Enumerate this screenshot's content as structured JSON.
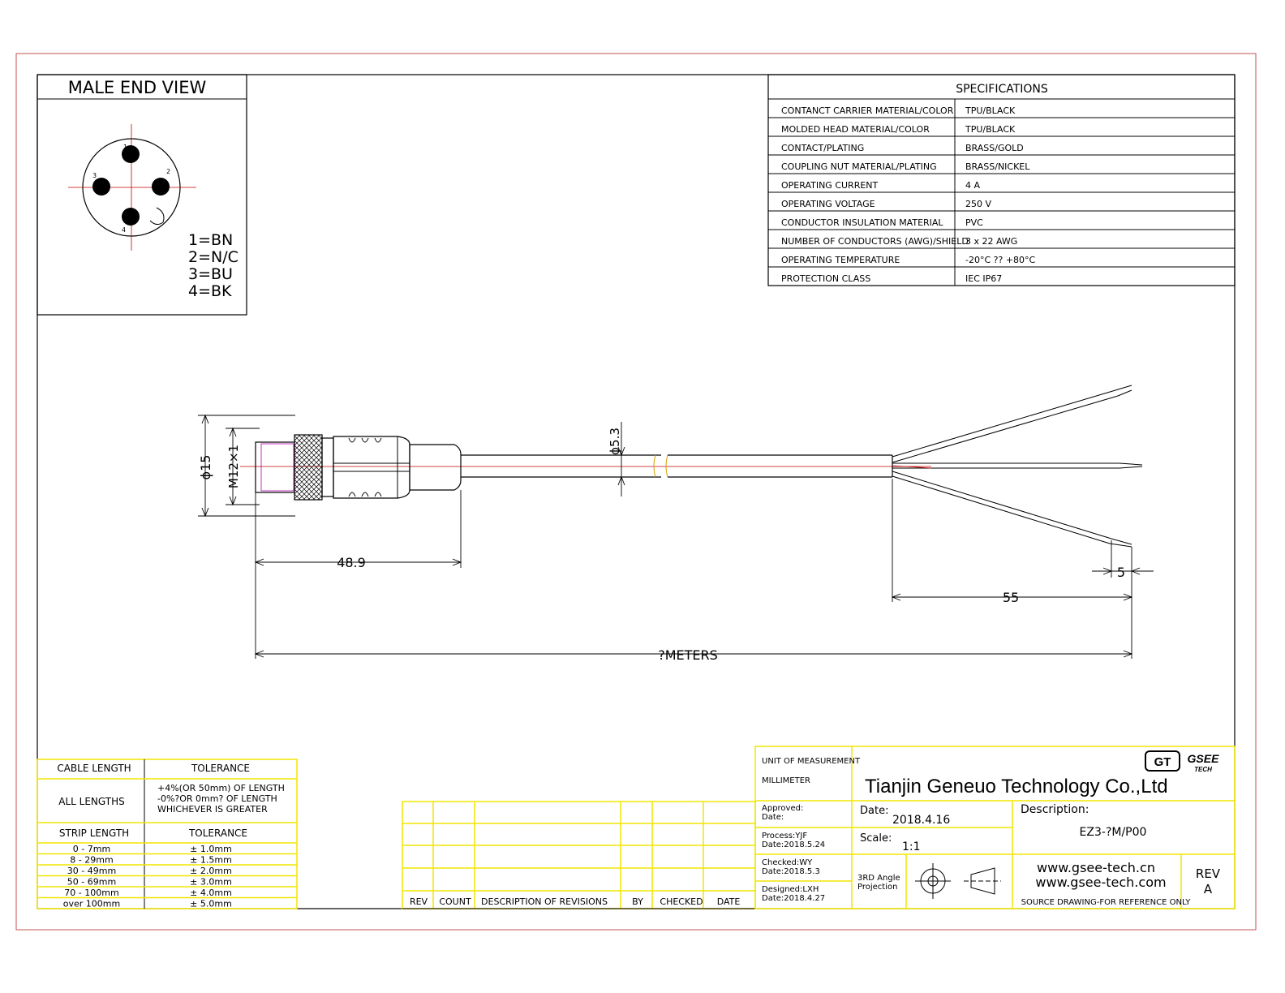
{
  "male_end_view": {
    "title": "MALE END VIEW",
    "pin_numbers": [
      "1",
      "2",
      "3",
      "4"
    ],
    "pins": [
      "1=BN",
      "2=N/C",
      "3=BU",
      "4=BK"
    ]
  },
  "specifications": {
    "title": "SPECIFICATIONS",
    "rows": [
      {
        "label": "CONTANCT CARRIER MATERIAL/COLOR",
        "value": "TPU/BLACK"
      },
      {
        "label": "MOLDED HEAD MATERIAL/COLOR",
        "value": "TPU/BLACK"
      },
      {
        "label": "CONTACT/PLATING",
        "value": "BRASS/GOLD"
      },
      {
        "label": "COUPLING NUT MATERIAL/PLATING",
        "value": "BRASS/NICKEL"
      },
      {
        "label": "OPERATING CURRENT",
        "value": "4 A"
      },
      {
        "label": "OPERATING VOLTAGE",
        "value": "250 V"
      },
      {
        "label": "CONDUCTOR INSULATION MATERIAL",
        "value": "PVC"
      },
      {
        "label": "NUMBER OF CONDUCTORS (AWG)/SHIELD",
        "value": "3 x 22 AWG"
      },
      {
        "label": "OPERATING TEMPERATURE",
        "value": "-20°C ?? +80°C"
      },
      {
        "label": "PROTECTION CLASS",
        "value": "IEC  IP67"
      }
    ]
  },
  "dimensions": {
    "dia_head": "ϕ15",
    "thread": "M12×1",
    "cable_dia": "ϕ5.3",
    "head_length": "48.9",
    "strip": "5",
    "lead_length": "55",
    "total_length": "?METERS"
  },
  "tolerance_table": {
    "headers": [
      "CABLE LENGTH",
      "TOLERANCE"
    ],
    "all_lengths_label": "ALL LENGTHS",
    "all_lengths_tol": [
      "+4%(OR 50mm) OF LENGTH",
      "-0%?OR 0mm? OF LENGTH",
      "WHICHEVER  IS  GREATER"
    ],
    "strip_headers": [
      "STRIP LENGTH",
      "TOLERANCE"
    ],
    "strip_rows": [
      {
        "length": "0 - 7mm",
        "tol": "± 1.0mm"
      },
      {
        "length": "8 - 29mm",
        "tol": "± 1.5mm"
      },
      {
        "length": "30 - 49mm",
        "tol": "± 2.0mm"
      },
      {
        "length": "50 - 69mm",
        "tol": "± 3.0mm"
      },
      {
        "length": "70 - 100mm",
        "tol": "± 4.0mm"
      },
      {
        "length": "over 100mm",
        "tol": "± 5.0mm"
      }
    ]
  },
  "revisions": {
    "headers": [
      "REV",
      "COUNT",
      "DESCRIPTION  OF  REVISIONS",
      "BY",
      "CHECKED",
      "DATE"
    ]
  },
  "title_block": {
    "unit_label": "UNIT OF MEASUREMENT",
    "unit_value": "MILLIMETER",
    "company": "Tianjin Geneuo Technology Co.,Ltd",
    "logo_mark": "GT",
    "logo_name": "GSEE",
    "logo_sub": "TECH",
    "approved": "Approved:",
    "approved_date": "Date:",
    "process": "Process:YJF",
    "process_date": "Date:2018.5.24",
    "checked": "Checked:WY",
    "checked_date": "Date:2018.5.3",
    "designed": "Designed:LXH",
    "designed_date": "Date:2018.4.27",
    "date_label": "Date:",
    "date_value": "2018.4.16",
    "scale_label": "Scale:",
    "scale_value": "1:1",
    "projection_1": "3RD Angle",
    "projection_2": "Projection",
    "description_label": "Description:",
    "description_value": "EZ3-?M/P00",
    "url1": "www.gsee-tech.cn",
    "url2": "www.gsee-tech.com",
    "rev_label": "REV",
    "rev_value": "A",
    "source_note": "SOURCE DRAWING-FOR REFERENCE ONLY"
  },
  "colors": {
    "frame": "#c0504d",
    "ink": "#000000",
    "table_yellow": "#f2e600",
    "centerline": "#c00000",
    "thread_magenta": "#b000b0"
  }
}
